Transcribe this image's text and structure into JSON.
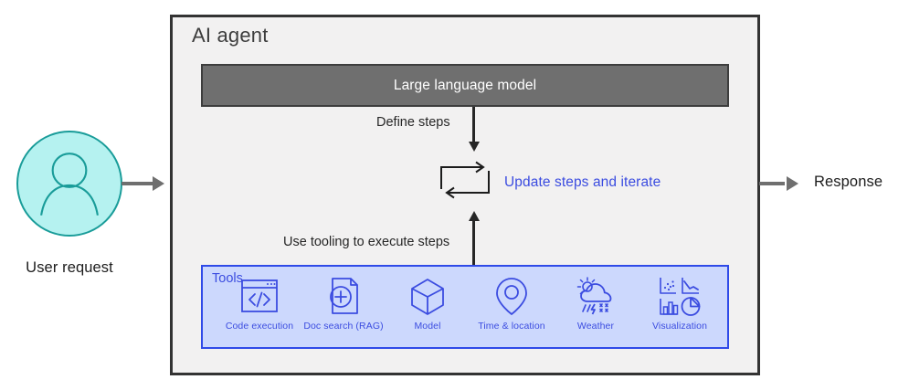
{
  "diagram": {
    "title": "AI agent",
    "user": {
      "avatar_icon": "user-avatar-icon",
      "label": "User request",
      "circle_fill": "#b5f2f0",
      "circle_stroke": "#199c99"
    },
    "llm": {
      "label": "Large language model",
      "fill": "#6f6f6f",
      "text_color": "#ffffff"
    },
    "flows": {
      "define_steps": "Define steps",
      "use_tooling": "Use tooling to execute steps",
      "update_iterate": "Update steps and iterate",
      "loop_icon": "loop-arrows-icon",
      "accent_color": "#3b4ce0"
    },
    "tools": {
      "title": "Tools",
      "panel_fill": "#ccd8fd",
      "panel_stroke": "#2f4ae8",
      "items": [
        {
          "label": "Code execution",
          "icon": "code-window-icon"
        },
        {
          "label": "Doc search (RAG)",
          "icon": "document-plus-icon"
        },
        {
          "label": "Model",
          "icon": "cube-icon"
        },
        {
          "label": "Time & location",
          "icon": "map-pin-icon"
        },
        {
          "label": "Weather",
          "icon": "sun-cloud-rain-icon"
        },
        {
          "label": "Visualization",
          "icon": "charts-grid-icon"
        }
      ]
    },
    "response": {
      "label": "Response",
      "arrow_icon": "arrow-right-icon"
    },
    "input_arrow_icon": "arrow-right-icon"
  }
}
